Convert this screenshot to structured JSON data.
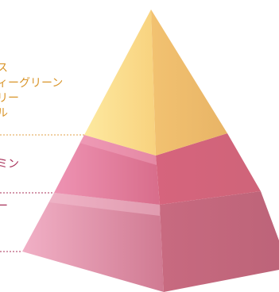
{
  "diagram": {
    "type": "pyramid",
    "tiers": [
      {
        "name": "top",
        "lines": [
          "ス",
          "ィーグリーン",
          "リー",
          "ル"
        ],
        "text_color": "#d9952a",
        "leader_color": "#e0a048"
      },
      {
        "name": "middle",
        "lines": [
          "ミン"
        ],
        "text_color": "#a8325a",
        "leader_color": "#a8325a"
      },
      {
        "name": "bottom",
        "lines": [
          "ー"
        ],
        "text_color": "#a8325a",
        "leader_color": "#a8325a"
      },
      {
        "name": "base",
        "lines": [],
        "text_color": "#a8325a",
        "leader_color": "#a8325a"
      }
    ]
  }
}
